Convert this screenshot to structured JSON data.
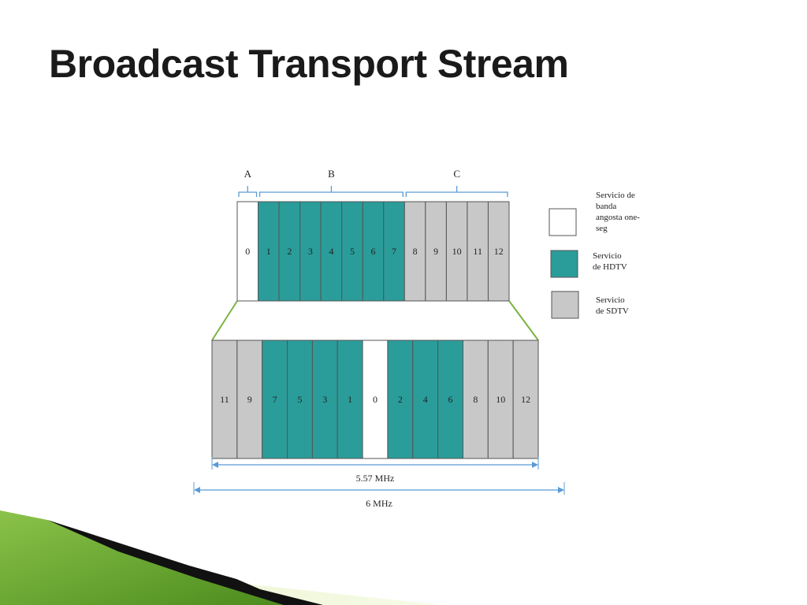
{
  "title": "Broadcast Transport Stream",
  "colors": {
    "oneseg": "#ffffff",
    "hdtv": "#2a9d9a",
    "sdtv": "#c8c8c8",
    "outline": "#555555",
    "green_line": "#7cb342",
    "arrow": "#5b9bd5"
  },
  "layers": [
    {
      "label": "A",
      "first": 0,
      "last": 0
    },
    {
      "label": "B",
      "first": 1,
      "last": 7
    },
    {
      "label": "C",
      "first": 8,
      "last": 12
    }
  ],
  "top_segments": [
    {
      "n": "0",
      "service": "oneseg"
    },
    {
      "n": "1",
      "service": "hdtv"
    },
    {
      "n": "2",
      "service": "hdtv"
    },
    {
      "n": "3",
      "service": "hdtv"
    },
    {
      "n": "4",
      "service": "hdtv"
    },
    {
      "n": "5",
      "service": "hdtv"
    },
    {
      "n": "6",
      "service": "hdtv"
    },
    {
      "n": "7",
      "service": "hdtv"
    },
    {
      "n": "8",
      "service": "sdtv"
    },
    {
      "n": "9",
      "service": "sdtv"
    },
    {
      "n": "10",
      "service": "sdtv"
    },
    {
      "n": "11",
      "service": "sdtv"
    },
    {
      "n": "12",
      "service": "sdtv"
    }
  ],
  "bottom_segments": [
    {
      "n": "11",
      "service": "sdtv"
    },
    {
      "n": "9",
      "service": "sdtv"
    },
    {
      "n": "7",
      "service": "hdtv"
    },
    {
      "n": "5",
      "service": "hdtv"
    },
    {
      "n": "3",
      "service": "hdtv"
    },
    {
      "n": "1",
      "service": "hdtv"
    },
    {
      "n": "0",
      "service": "oneseg"
    },
    {
      "n": "2",
      "service": "hdtv"
    },
    {
      "n": "4",
      "service": "hdtv"
    },
    {
      "n": "6",
      "service": "hdtv"
    },
    {
      "n": "8",
      "service": "sdtv"
    },
    {
      "n": "10",
      "service": "sdtv"
    },
    {
      "n": "12",
      "service": "sdtv"
    }
  ],
  "dimensions": {
    "inner": "5.57 MHz",
    "outer": "6 MHz"
  },
  "legend": [
    {
      "service": "oneseg",
      "lines": [
        "Servicio de",
        "banda",
        "angosta one-",
        "seg"
      ]
    },
    {
      "service": "hdtv",
      "lines": [
        "Servicio",
        "de HDTV"
      ]
    },
    {
      "service": "sdtv",
      "lines": [
        "Servicio",
        "de SDTV"
      ]
    }
  ]
}
